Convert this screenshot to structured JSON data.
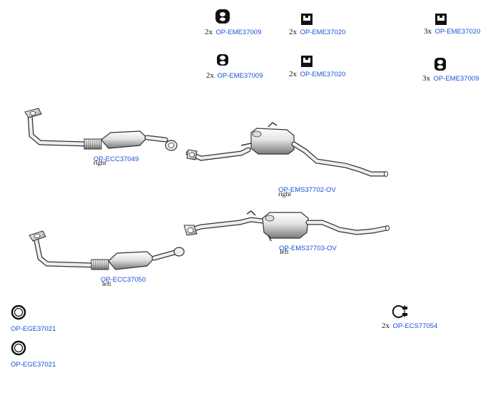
{
  "mounts": [
    {
      "qty": "2x",
      "code": "OP-EME37009"
    },
    {
      "qty": "2x",
      "code": "OP-EME37020"
    },
    {
      "qty": "3x",
      "code": "OP-EME37020"
    },
    {
      "qty": "2x",
      "code": "OP-EME37009"
    },
    {
      "qty": "2x",
      "code": "OP-EME37020"
    },
    {
      "qty": "3x",
      "code": "OP-EME37009"
    }
  ],
  "catalysts": [
    {
      "code": "OP-ECC37049",
      "side": "right"
    },
    {
      "code": "OP-ECC37050",
      "side": "left"
    }
  ],
  "silencers": [
    {
      "code": "OP-EMS37702-OV",
      "side": "right"
    },
    {
      "code": "OP-EMS37703-OV",
      "side": "left"
    }
  ],
  "gaskets": [
    {
      "code": "OP-EGE37021"
    },
    {
      "code": "OP-EGE37021"
    }
  ],
  "clamp": {
    "qty": "2x",
    "code": "OP-ECS77054"
  }
}
